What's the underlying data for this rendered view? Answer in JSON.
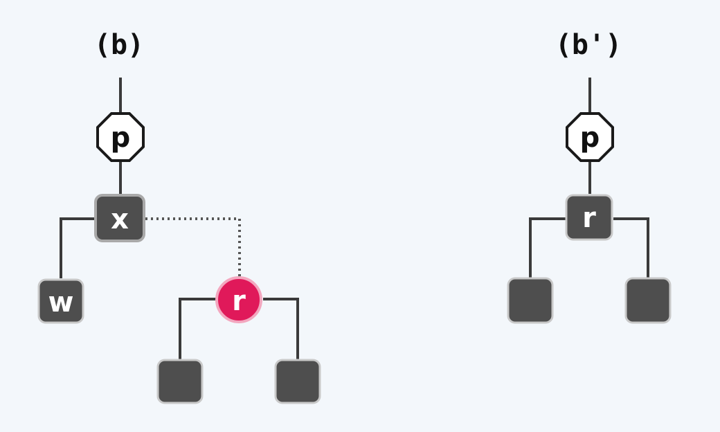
{
  "diagram": {
    "left": {
      "caption": "(b)",
      "nodes": {
        "p": "p",
        "x": "x",
        "w": "w",
        "r": "r"
      }
    },
    "right": {
      "caption": "(b')",
      "nodes": {
        "p": "p",
        "r": "r"
      }
    },
    "colors": {
      "internal_node": "#4e4e4e",
      "red_node": "#e0195a",
      "parent_node": "#ffffff",
      "edge": "#3a3a3a",
      "background": "#f3f7fb"
    }
  }
}
